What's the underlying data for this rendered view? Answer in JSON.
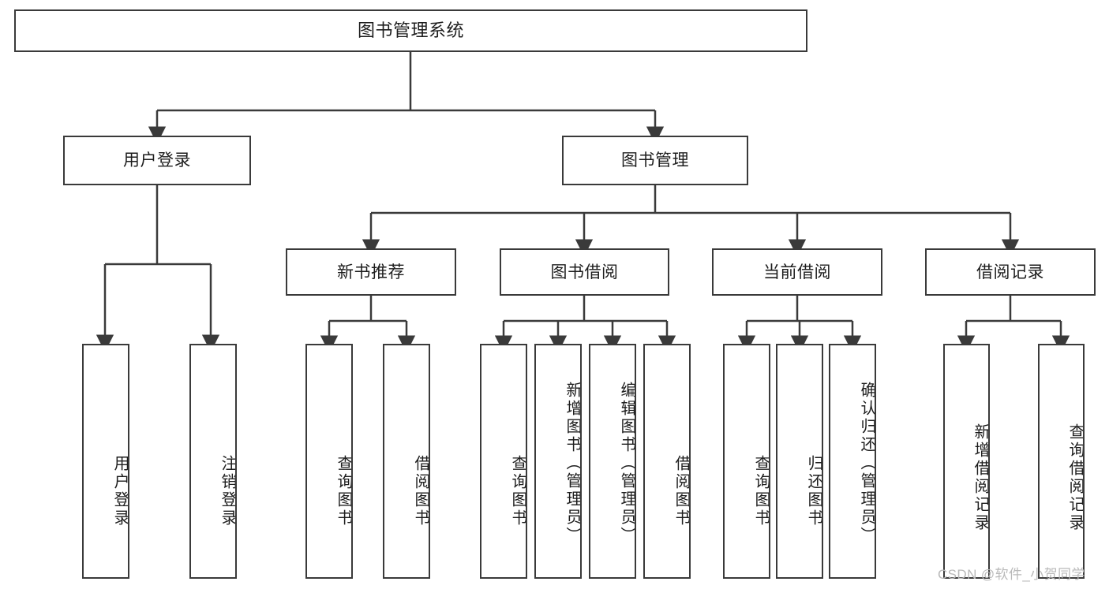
{
  "diagram": {
    "title": "图书管理系统",
    "type": "功能结构图",
    "root": {
      "id": "root",
      "label": "图书管理系统",
      "orientation": "horizontal"
    },
    "level2": [
      {
        "id": "user-login",
        "label": "用户登录",
        "orientation": "horizontal"
      },
      {
        "id": "book-manage",
        "label": "图书管理",
        "orientation": "horizontal"
      }
    ],
    "level3": [
      {
        "id": "new-book-recommend",
        "label": "新书推荐",
        "orientation": "horizontal",
        "parent": "book-manage"
      },
      {
        "id": "book-borrow",
        "label": "图书借阅",
        "orientation": "horizontal",
        "parent": "book-manage"
      },
      {
        "id": "current-borrow",
        "label": "当前借阅",
        "orientation": "horizontal",
        "parent": "book-manage"
      },
      {
        "id": "borrow-record",
        "label": "借阅记录",
        "orientation": "horizontal",
        "parent": "book-manage"
      }
    ],
    "leaves": [
      {
        "id": "leaf-user-login",
        "label": "用户登录",
        "parent": "user-login"
      },
      {
        "id": "leaf-user-logout",
        "label": "注销登录",
        "parent": "user-login"
      },
      {
        "id": "leaf-query-book-1",
        "label": "查询图书",
        "parent": "new-book-recommend"
      },
      {
        "id": "leaf-borrow-book-1",
        "label": "借阅图书",
        "parent": "new-book-recommend"
      },
      {
        "id": "leaf-query-book-2",
        "label": "查询图书",
        "parent": "book-borrow"
      },
      {
        "id": "leaf-add-book",
        "label": "新增图书（管理员）",
        "parent": "book-borrow"
      },
      {
        "id": "leaf-edit-book",
        "label": "编辑图书（管理员）",
        "parent": "book-borrow"
      },
      {
        "id": "leaf-borrow-book-2",
        "label": "借阅图书",
        "parent": "book-borrow"
      },
      {
        "id": "leaf-query-book-3",
        "label": "查询图书",
        "parent": "current-borrow"
      },
      {
        "id": "leaf-return-book",
        "label": "归还图书",
        "parent": "current-borrow"
      },
      {
        "id": "leaf-confirm-return",
        "label": "确认归还（管理员）",
        "parent": "current-borrow"
      },
      {
        "id": "leaf-add-record",
        "label": "新增借阅记录",
        "parent": "borrow-record"
      },
      {
        "id": "leaf-query-record",
        "label": "查询借阅记录",
        "parent": "borrow-record"
      }
    ]
  },
  "watermark": {
    "text": "CSDN @软件_小贺同学"
  },
  "colors": {
    "stroke": "#3a3a3a",
    "text": "#1d1d1d",
    "background": "#ffffff",
    "watermark": "#b9b9b9"
  }
}
